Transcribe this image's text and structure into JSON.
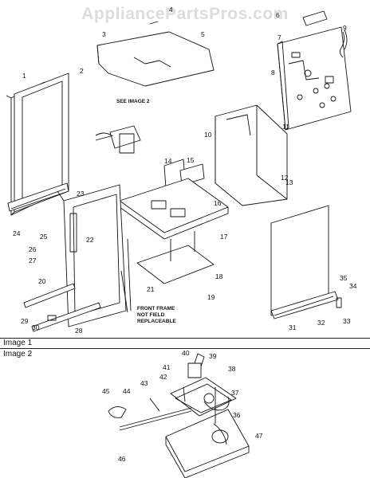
{
  "watermark": "AppliancePartsPros.com",
  "sections": {
    "image1": "Image 1",
    "image2": "Image 2"
  },
  "notes": {
    "see_image": "SEE IMAGE 2",
    "front_frame_1": "FRONT FRAME",
    "front_frame_2": "NOT FIELD",
    "front_frame_3": "REPLACEABLE"
  },
  "callouts": [
    "1",
    "2",
    "3",
    "4",
    "5",
    "6",
    "7",
    "8",
    "9",
    "10",
    "11",
    "12",
    "13",
    "14",
    "15",
    "16",
    "17",
    "18",
    "19",
    "20",
    "21",
    "22",
    "23",
    "24",
    "25",
    "26",
    "27",
    "28",
    "29",
    "30",
    "31",
    "32",
    "33",
    "34",
    "35",
    "36",
    "37",
    "38",
    "39",
    "40",
    "41",
    "42",
    "43",
    "44",
    "45",
    "46",
    "47"
  ]
}
